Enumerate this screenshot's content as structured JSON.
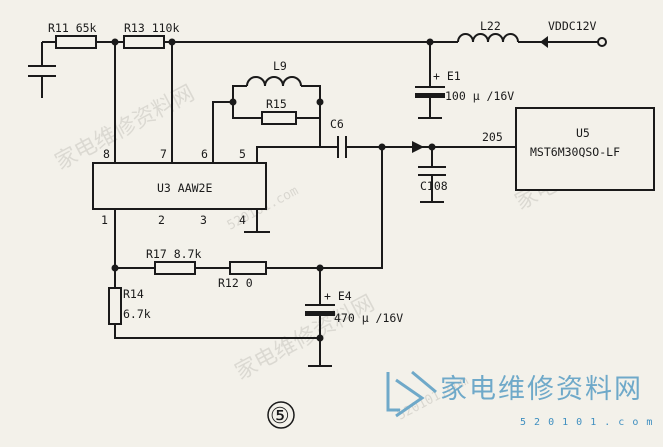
{
  "labels": {
    "r11": "R11 65k",
    "r13": "R13 110k",
    "l22": "L22",
    "vddc": "VDDC12V",
    "l9": "L9",
    "r15": "R15",
    "e1_name": "+ E1",
    "e1_value": "100 μ /16V",
    "c6": "C6",
    "net205": "205",
    "c108": "C108",
    "u5_name": "U5",
    "u5_part": "MST6M30QSO-LF",
    "u3": "U3 AAW2E",
    "pin8": "8",
    "pin7": "7",
    "pin6": "6",
    "pin5": "5",
    "pin1": "1",
    "pin2": "2",
    "pin3": "3",
    "pin4": "4",
    "r17": "R17 8.7k",
    "r12": "R12 0",
    "e4_name": "+ E4",
    "e4_value": "470 μ /16V",
    "r14_name": "R14",
    "r14_value": "6.7k",
    "figure_number": "⑤"
  },
  "logo": {
    "text": "家电维修资料网",
    "url": "5 2 0 1 0 1 . c o m",
    "color": "#6fa9c9"
  },
  "watermark": {
    "text": "家电维修资料网",
    "site": "520101.com"
  },
  "colors": {
    "ink": "#1a1a1a",
    "paper": "#f3f1ea",
    "logo": "#6fa9c9"
  }
}
